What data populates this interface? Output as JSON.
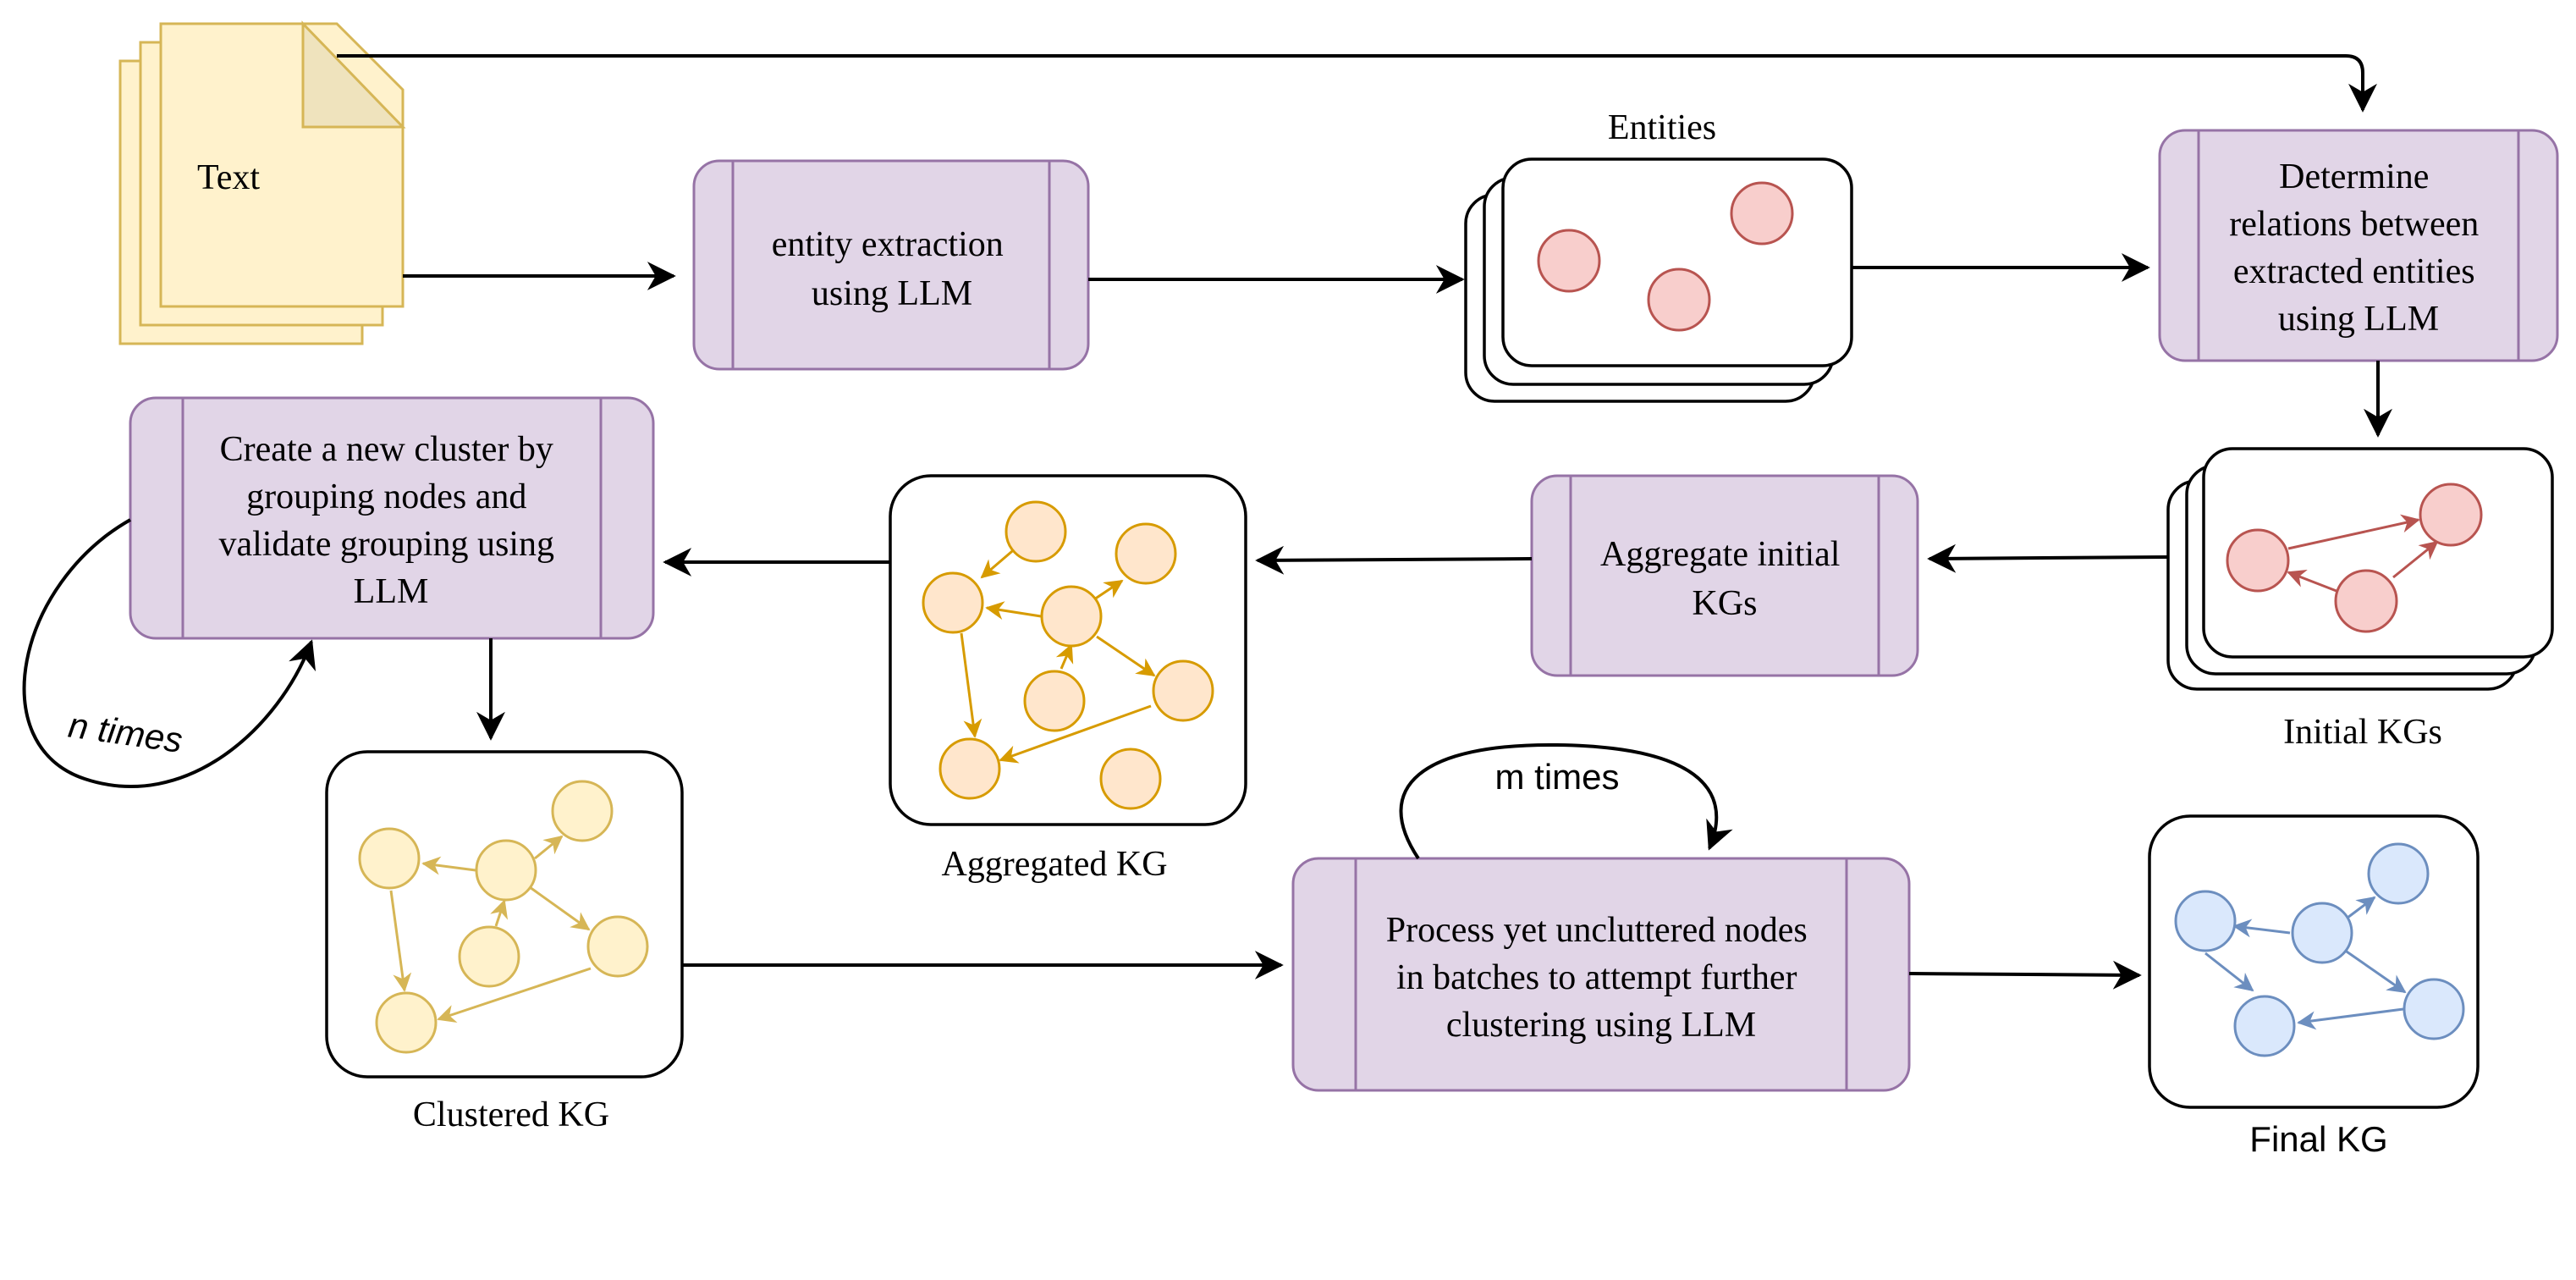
{
  "text_doc": {
    "label": "Text"
  },
  "process": {
    "entity_extraction": [
      "entity extraction",
      "using LLM"
    ],
    "determine_relations": [
      "Determine",
      "relations between",
      "extracted entities",
      "using LLM"
    ],
    "aggregate": [
      "Aggregate initial",
      "KGs"
    ],
    "create_cluster": [
      "Create a new cluster by",
      "grouping nodes and",
      "validate grouping using",
      "LLM"
    ],
    "process_batches": [
      "Process yet uncluttered nodes",
      "in batches to attempt further",
      "clustering using LLM"
    ]
  },
  "labels": {
    "entities": "Entities",
    "initial_kgs": "Initial KGs",
    "aggregated_kg": "Aggregated KG",
    "clustered_kg": "Clustered KG",
    "final_kg": "Final KG"
  },
  "loops": {
    "n_times": "n times",
    "m_times": "m times"
  },
  "colors": {
    "process_fill": "#e1d5e7",
    "process_stroke": "#9673a6",
    "doc_fill": "#fff2cc",
    "doc_stroke": "#d6b656",
    "red_fill": "#f8cecc",
    "red_stroke": "#b85450",
    "orange_fill": "#ffe6cc",
    "orange_stroke": "#d79b00",
    "yellow_fill": "#fff2cc",
    "yellow_stroke": "#d6b656",
    "blue_fill": "#dae8fc",
    "blue_stroke": "#6c8ebf"
  }
}
